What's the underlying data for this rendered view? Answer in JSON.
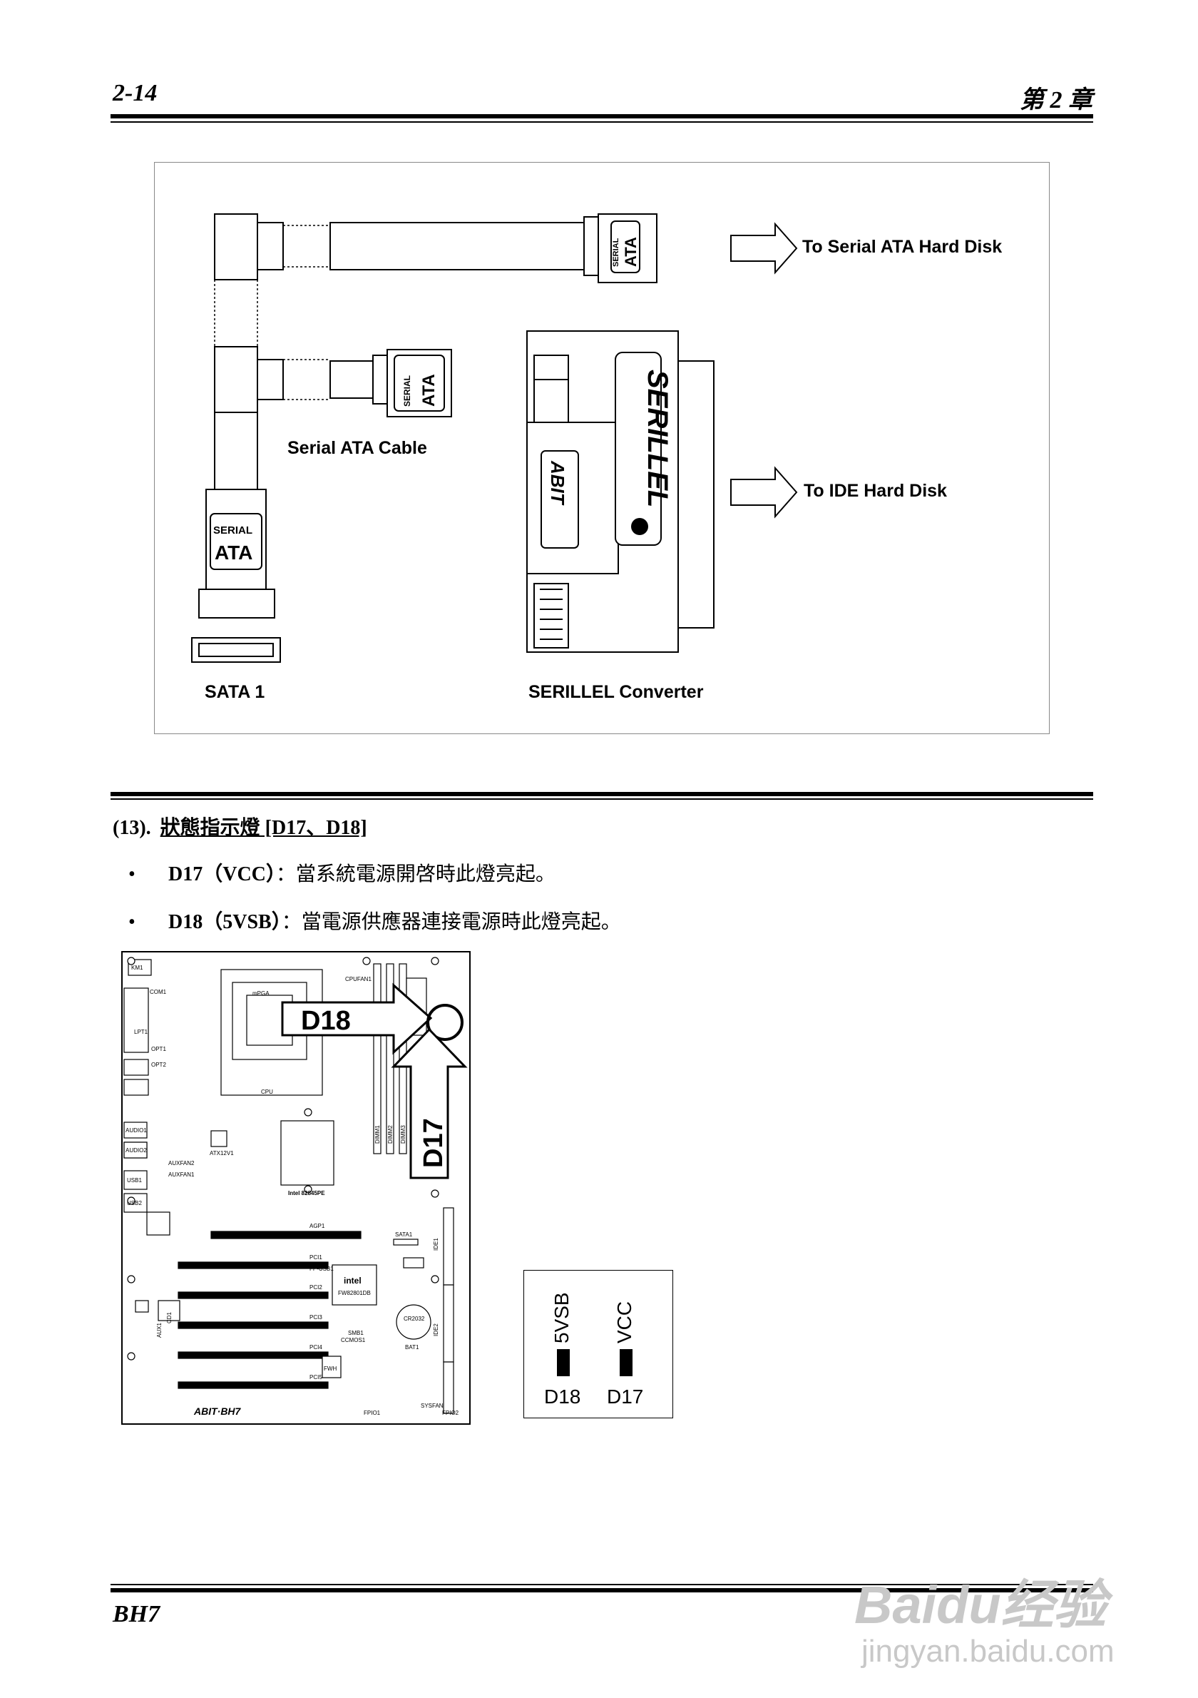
{
  "header": {
    "page_number": "2-14",
    "chapter": "第 2 章"
  },
  "figure": {
    "labels": {
      "to_sata_disk": "To Serial ATA Hard Disk",
      "to_ide_disk": "To IDE Hard Disk",
      "cable": "Serial ATA Cable",
      "sata1": "SATA 1",
      "converter": "SERILLEL Converter"
    },
    "connector_text": {
      "serial": "SERIAL",
      "ata": "ATA"
    },
    "converter_logo": "SERILLEL",
    "abit_logo": "ABIT"
  },
  "section": {
    "title_num": "(13).",
    "title_text": "狀態指示燈  [D17、D18]",
    "bullets": [
      {
        "code": "D17（VCC）",
        "text": "：當系統電源開啓時此燈亮起。"
      },
      {
        "code": "D18（5VSB）",
        "text": "：當電源供應器連接電源時此燈亮起。"
      }
    ]
  },
  "board": {
    "callout_d18": "D18",
    "callout_d17": "D17",
    "model": "ABIT·BH7",
    "labels": {
      "km1": "KM1",
      "com1": "COM1",
      "lpt1": "LPT1",
      "opt1": "OPT1",
      "opt2": "OPT2",
      "audio1": "AUDIO1",
      "audio2": "AUDIO2",
      "usb1": "USB1",
      "usb2": "USB2",
      "cpufan1": "CPUFAN1",
      "cpu": "CPU",
      "mpga": "mPGA",
      "atx12v1": "ATX12V1",
      "auxfan2": "AUXFAN2",
      "auxfan1": "AUXFAN1",
      "chipset": "Intel 82845PE",
      "agp1": "AGP1",
      "sata1": "SATA1",
      "pci1": "PCI1",
      "pci2": "PCI2",
      "pci3": "PCI3",
      "pci4": "PCI4",
      "pci5": "PCI5",
      "fpusb1": "FP-USB1",
      "intel": "intel",
      "fw": "FW82801DB",
      "cr2032": "CR2032",
      "bat1": "BAT1",
      "smb1": "SMB1",
      "ccmos1": "CCMOS1",
      "fwh": "FWH",
      "ide1": "IDE1",
      "ide2": "IDE2",
      "dimm1": "DIMM1",
      "dimm2": "DIMM2",
      "dimm3": "DIMM3",
      "fpio1": "FPIO1",
      "fpio2": "FPIO2",
      "sysfan": "SYSFAN",
      "aux1": "AUX1",
      "cd1": "CD1"
    }
  },
  "led_legend": {
    "col1_label": "5VSB",
    "col1_id": "D18",
    "col2_label": "VCC",
    "col2_id": "D17"
  },
  "footer": {
    "model": "BH7"
  },
  "watermark": {
    "brand": "Baidu经验",
    "url": "jingyan.baidu.com"
  }
}
